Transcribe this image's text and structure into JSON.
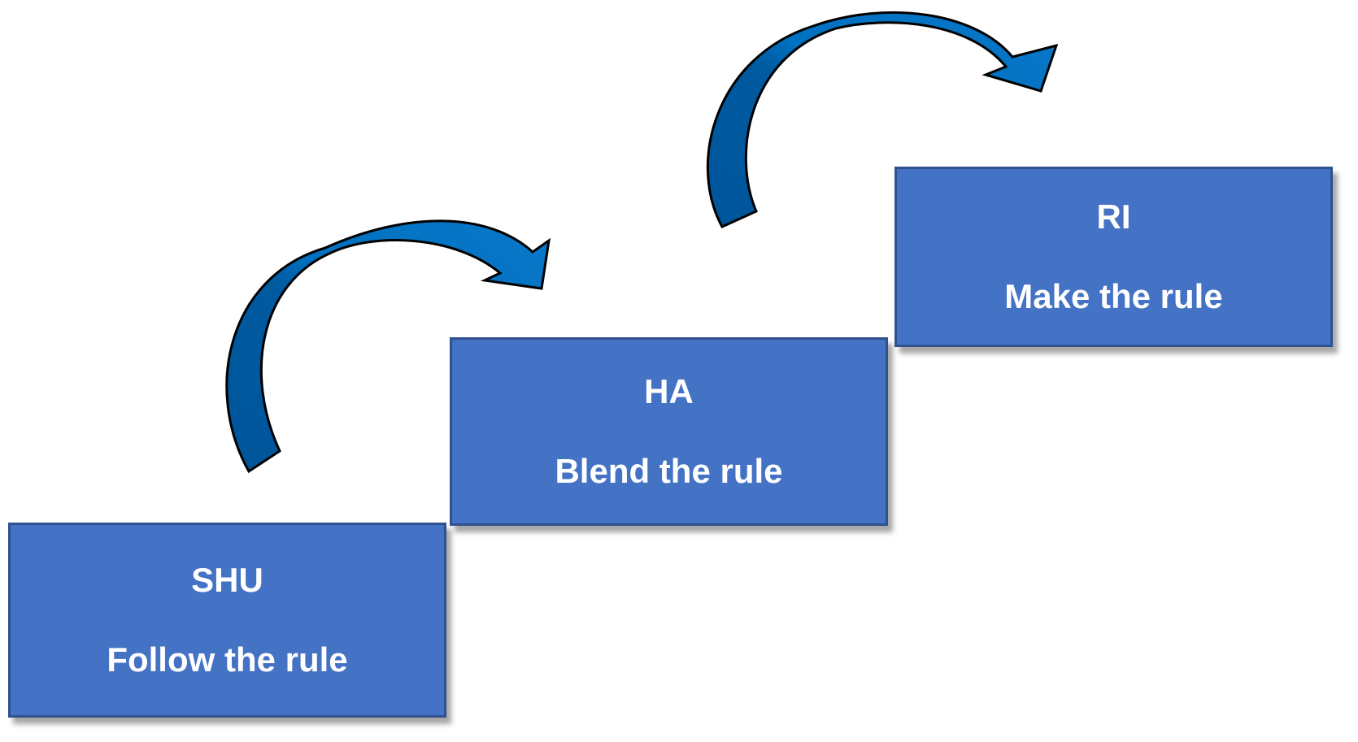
{
  "colors": {
    "box_fill": "#4472c4",
    "box_border": "#2f528f",
    "arrow_fill": "#0070c0",
    "arrow_shade": "#005aa0",
    "arrow_outline": "#000000",
    "text": "#ffffff"
  },
  "steps": [
    {
      "title": "SHU",
      "description": "Follow the rule"
    },
    {
      "title": "HA",
      "description": "Blend the rule"
    },
    {
      "title": "RI",
      "description": "Make the rule"
    }
  ],
  "connectors": [
    {
      "from": "SHU",
      "to": "HA",
      "icon": "curved-arrow-icon"
    },
    {
      "from": "HA",
      "to": "RI",
      "icon": "curved-arrow-icon"
    }
  ]
}
